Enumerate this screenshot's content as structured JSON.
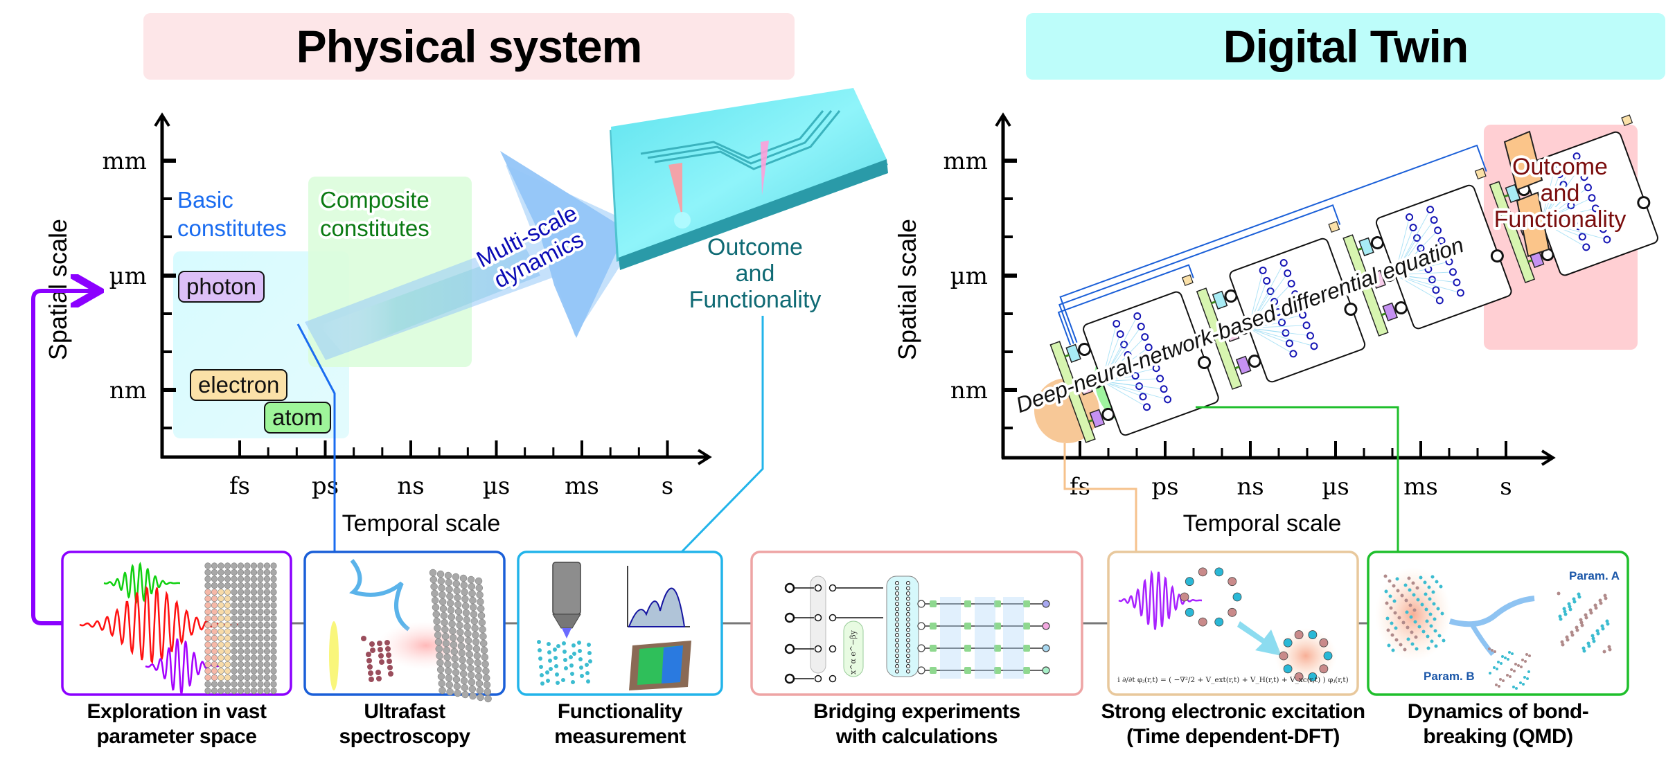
{
  "headers": {
    "physical": "Physical system",
    "twin": "Digital Twin"
  },
  "physical_chart": {
    "y_axis_label": "Spatial scale",
    "x_axis_label": "Temporal scale",
    "y_ticks": [
      "mm",
      "µm",
      "nm"
    ],
    "x_ticks": [
      "fs",
      "ps",
      "ns",
      "µs",
      "ms",
      "s"
    ],
    "region_basic": [
      "Basic",
      "constitutes"
    ],
    "region_composite": [
      "Composite",
      "constitutes"
    ],
    "particles": {
      "photon": "photon",
      "electron": "electron",
      "atom": "atom"
    },
    "arrow_label": [
      "Multi-scale",
      "dynamics"
    ],
    "outcome": [
      "Outcome",
      "and",
      "Functionality"
    ]
  },
  "twin_chart": {
    "y_axis_label": "Spatial scale",
    "x_axis_label": "Temporal scale",
    "y_ticks": [
      "mm",
      "µm",
      "nm"
    ],
    "x_ticks": [
      "fs",
      "ps",
      "ns",
      "µs",
      "ms",
      "s"
    ],
    "network_label": "Deep-neural-network-based differential equation",
    "outcome": [
      "Outcome",
      "and",
      "Functionality"
    ]
  },
  "panels": [
    {
      "id": "exploration",
      "caption": [
        "Exploration in vast",
        "parameter space"
      ],
      "border": "#8b00ff"
    },
    {
      "id": "ultrafast",
      "caption": [
        "Ultrafast",
        "spectroscopy"
      ],
      "border": "#1a5fd8"
    },
    {
      "id": "functionality",
      "caption": [
        "Functionality",
        "measurement"
      ],
      "border": "#22b4ea"
    },
    {
      "id": "bridging",
      "caption": [
        "Bridging experiments",
        "with calculations"
      ],
      "border": "#eea4a4"
    },
    {
      "id": "tddft",
      "caption": [
        "Strong electronic excitation",
        "(Time dependent-DFT)"
      ],
      "border": "#e8c89c",
      "equation": "i ∂/∂t φⱼ(r,t) = ( −∇²/2 + V_ext(r,t) + V_H(r,t) + V_xc(r,t) ) φⱼ(r,t)"
    },
    {
      "id": "qmd",
      "caption": [
        "Dynamics of bond-",
        "breaking (QMD)"
      ],
      "border": "#1fbf2c",
      "param_a": "Param. A",
      "param_b": "Param. B"
    }
  ],
  "bridging_formula": "x^α e^−βy",
  "colors": {
    "physical_header": "#fde6e8",
    "twin_header": "#bdfdfa",
    "basic_text": "#1a6cf0",
    "composite_text": "#0a7a12",
    "arrow_text": "#0a0ab5",
    "outcome_phys": "#0f6a74",
    "outcome_twin": "#7a0d0d",
    "photon": "#dcbff7",
    "electron": "#fbe1a8",
    "atom": "#9ef59a"
  }
}
